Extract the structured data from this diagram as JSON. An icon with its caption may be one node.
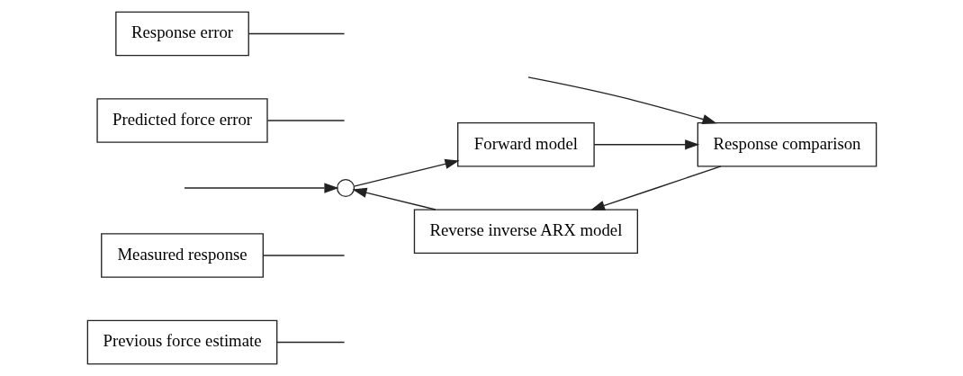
{
  "diagram": {
    "nodes": [
      {
        "text": [
          "Previous force estimate"
        ]
      },
      {
        "text": [
          "Measured response"
        ]
      },
      {
        "text": [],
        "shape": "circle"
      },
      {
        "text": [
          "Forward model"
        ]
      },
      {
        "text": [
          "Response comparison"
        ]
      },
      {
        "text": [
          "Predicted force error"
        ]
      },
      {
        "text": [
          "Reverse inverse ARX model"
        ]
      },
      {
        "text": [
          "Response error"
        ]
      }
    ],
    "edges": [
      {
        "from": null,
        "to": 2,
        "arrow": "to"
      },
      {
        "from": 2,
        "to": 3,
        "arrow": "to"
      },
      {
        "from": 3,
        "to": 4,
        "arrow": "to"
      },
      {
        "from": null,
        "to": 4,
        "arrow": "to"
      },
      {
        "from": 4,
        "to": 6,
        "arrow": "to"
      },
      {
        "from": 6,
        "to": 2,
        "arrow": "to"
      },
      {
        "from": 0,
        "to": null,
        "arrow": "none"
      },
      {
        "from": 1,
        "to": null,
        "arrow": "none"
      },
      {
        "from": 5,
        "to": null,
        "arrow": "none"
      },
      {
        "from": 7,
        "to": null,
        "arrow": "none"
      }
    ]
  }
}
